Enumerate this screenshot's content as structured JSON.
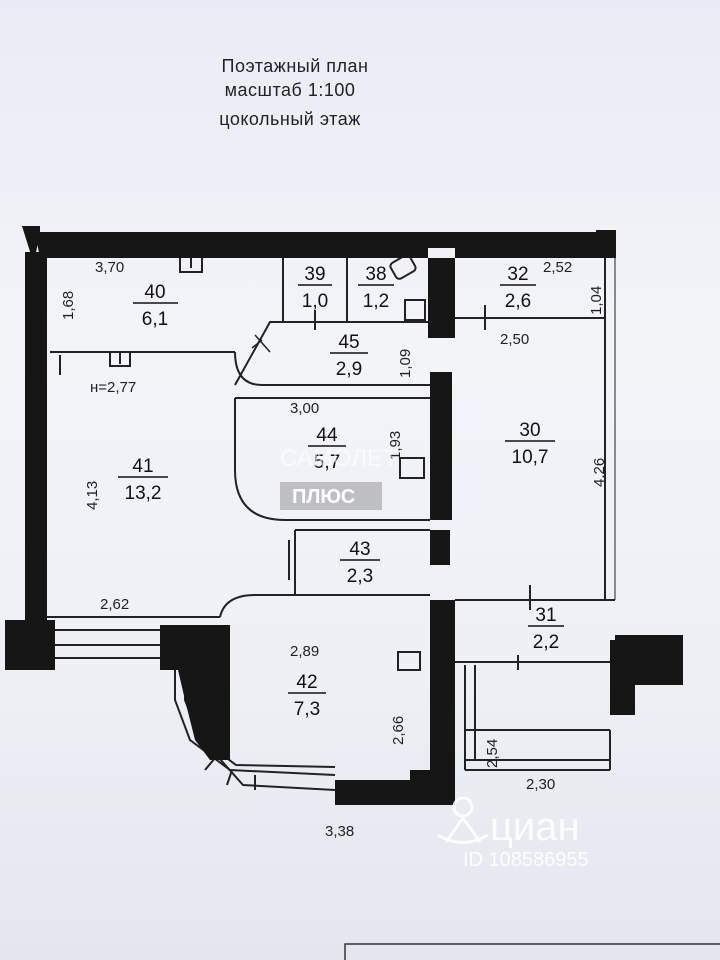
{
  "title": {
    "line1": "Поэтажный план",
    "line2": "масштаб   1:100",
    "line3": "цокольный этаж"
  },
  "rooms": [
    {
      "num": "40",
      "area": "6,1"
    },
    {
      "num": "39",
      "area": "1,0"
    },
    {
      "num": "38",
      "area": "1,2"
    },
    {
      "num": "32",
      "area": "2,6"
    },
    {
      "num": "45",
      "area": "2,9"
    },
    {
      "num": "44",
      "area": "5,7"
    },
    {
      "num": "41",
      "area": "13,2"
    },
    {
      "num": "30",
      "area": "10,7"
    },
    {
      "num": "43",
      "area": "2,3"
    },
    {
      "num": "31",
      "area": "2,2"
    },
    {
      "num": "42",
      "area": "7,3"
    }
  ],
  "dimensions": {
    "d370": "3,70",
    "d168": "1,68",
    "d252": "2,52",
    "d104": "1,04",
    "d250": "2,50",
    "d109": "1,09",
    "h277": "н=2,77",
    "d300": "3,00",
    "d193": "1,93",
    "d426": "4,26",
    "d413": "4,13",
    "d262": "2,62",
    "d289": "2,89",
    "d266": "2,66",
    "d254": "2,54",
    "d230": "2,30",
    "d338": "3,38"
  },
  "watermarks": {
    "brand_top": "САМОЛЕТ",
    "brand_bottom": "ПЛЮС",
    "cian": "циан",
    "cian_id": "ID 108586955"
  }
}
